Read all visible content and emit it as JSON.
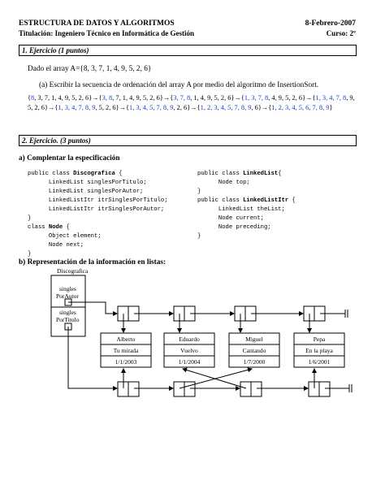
{
  "header": {
    "title": "ESTRUCTURA DE DATOS Y ALGORITMOS",
    "date": "8-Febrero-2007",
    "titulacion": "Titulación: Ingeniero Técnico en Informática de Gestión",
    "curso": "Curso: 2º"
  },
  "section1": {
    "heading": "1. Ejercicio (1 puntos)",
    "array_line": "Dado el array A={8, 3, 7, 1, 4, 9, 5, 2, 6}",
    "question": "(a)   Escribir la secuencia de ordenación del array A por medio del algoritmo de InsertionSort.",
    "steps": [
      {
        "sorted": "8",
        "rest": ", 3, 7, 1, 4, 9, 5, 2, 6"
      },
      {
        "sorted": "3, 8",
        "rest": ", 7, 1, 4, 9, 5, 2, 6"
      },
      {
        "sorted": "3, 7, 8",
        "rest": ", 1, 4, 9, 5, 2, 6"
      },
      {
        "sorted": "1, 3, 7, 8",
        "rest": ", 4, 9, 5, 2, 6"
      },
      {
        "sorted": "1, 3, 4, 7, 8",
        "rest": ", 9, 5, 2, 6"
      },
      {
        "sorted": "1, 3, 4, 7, 8, 9",
        "rest": ", 5, 2, 6"
      },
      {
        "sorted": "1, 3, 4, 5, 7, 8, 9",
        "rest": ", 2, 6"
      },
      {
        "sorted": "1, 2, 3, 4, 5, 7, 8, 9",
        "rest": ", 6"
      },
      {
        "sorted": "1, 2, 3, 4, 5, 6, 7, 8, 9",
        "rest": ""
      }
    ],
    "arrow": "→"
  },
  "section2": {
    "heading": "2. Ejercicio. (3  puntos)",
    "part_a": "a) Complentar la especificación",
    "code_left": [
      {
        "pre": "public class ",
        "kw": "Discografica",
        "post": " {"
      },
      {
        "pre": "      LinkedList singlesPorTitulo;",
        "kw": "",
        "post": ""
      },
      {
        "pre": "      LinkedList singlesPorAutor;",
        "kw": "",
        "post": ""
      },
      {
        "pre": "      LinkedListItr itrSinglesPorTitulo;",
        "kw": "",
        "post": ""
      },
      {
        "pre": "      LinkedListItr itrSinglesPorAutor;",
        "kw": "",
        "post": ""
      },
      {
        "pre": "}",
        "kw": "",
        "post": ""
      },
      {
        "pre": "class ",
        "kw": "Node",
        "post": " {"
      },
      {
        "pre": "      Object element;",
        "kw": "",
        "post": ""
      },
      {
        "pre": "      Node next;",
        "kw": "",
        "post": ""
      },
      {
        "pre": "}",
        "kw": "",
        "post": ""
      }
    ],
    "code_right": [
      {
        "pre": "public class ",
        "kw": "LinkedList",
        "post": "{"
      },
      {
        "pre": "      Node top;",
        "kw": "",
        "post": ""
      },
      {
        "pre": "}",
        "kw": "",
        "post": ""
      },
      {
        "pre": "public class ",
        "kw": "LinkedListItr",
        "post": " {"
      },
      {
        "pre": "      LinkedList theList;",
        "kw": "",
        "post": ""
      },
      {
        "pre": "      Node current;",
        "kw": "",
        "post": ""
      },
      {
        "pre": "      Node preceding;",
        "kw": "",
        "post": ""
      },
      {
        "pre": "}",
        "kw": "",
        "post": ""
      }
    ],
    "part_b": "b) Representación de la información en listas:"
  },
  "diagram": {
    "container_label": "Discografica",
    "field1": "singles\nPorAutor",
    "field2": "singles\nPorTitulo",
    "records": [
      {
        "name": "Alberto",
        "title": "Tu mirada",
        "date": "1/1/2003"
      },
      {
        "name": "Eduardo",
        "title": "Vuelvo",
        "date": "1/1/2004"
      },
      {
        "name": "Miguel",
        "title": "Cantando",
        "date": "1/7/2000"
      },
      {
        "name": "Pepa",
        "title": "En la playa",
        "date": "1/6/2001"
      }
    ]
  }
}
